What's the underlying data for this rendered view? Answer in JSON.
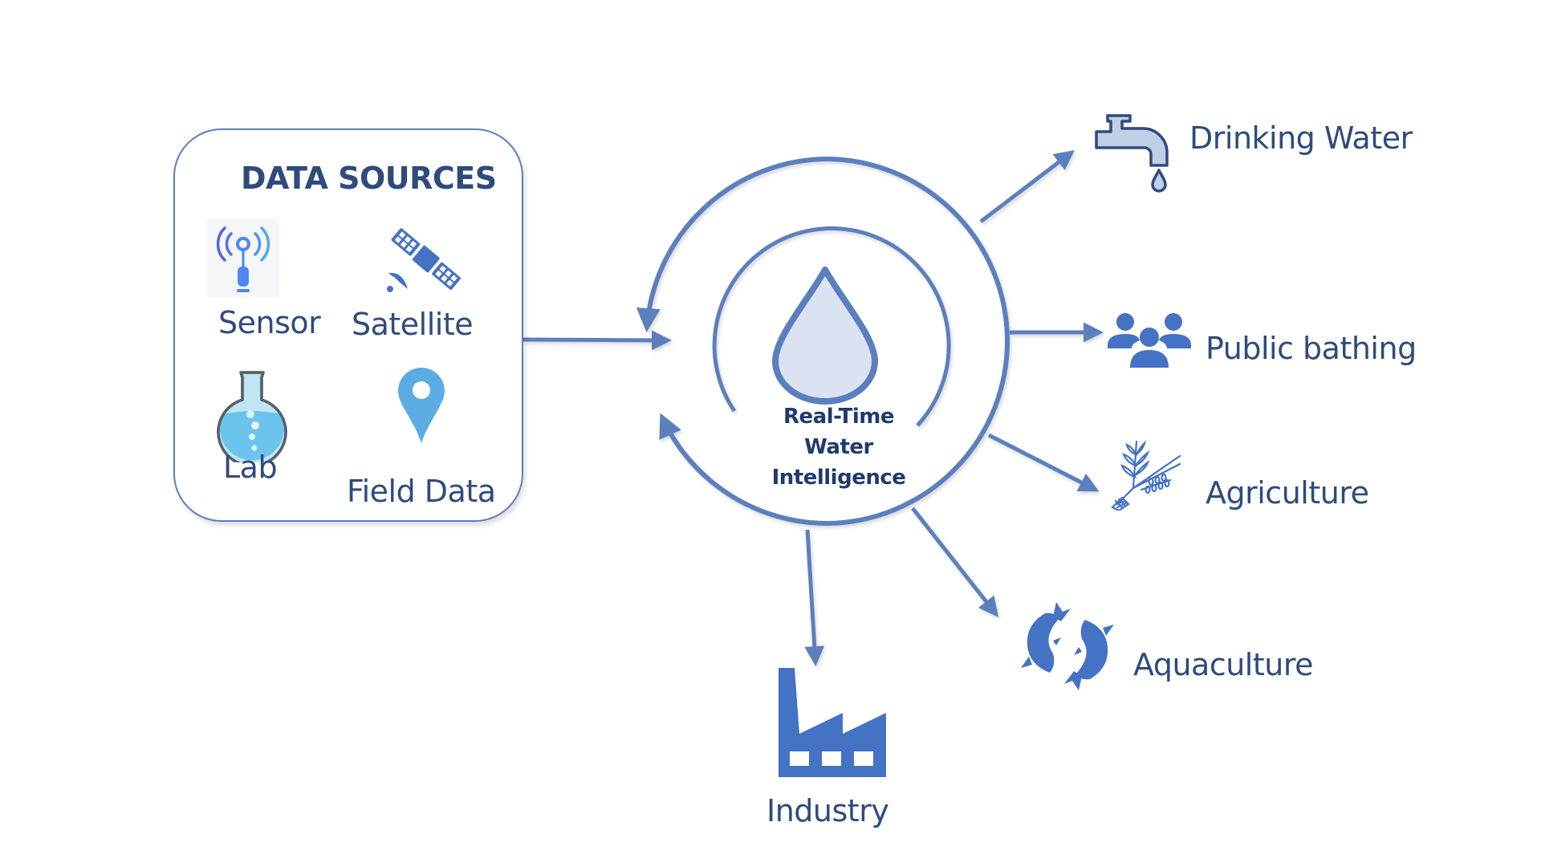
{
  "colors": {
    "line": "#5b7fbe",
    "text": "#2f4b7c",
    "center_text": "#1f3a6e",
    "icon_blue": "#4472c4",
    "drop_fill": "#dbe3f3",
    "faucet_fill": "#c0cfe6",
    "faucet_stroke": "#2f4b7c",
    "pin": "#5aace3"
  },
  "data_sources": {
    "title": "DATA SOURCES",
    "items": [
      {
        "label": "Sensor",
        "icon": "sensor-antenna-icon"
      },
      {
        "label": "Satellite",
        "icon": "satellite-icon"
      },
      {
        "label": "Lab",
        "icon": "lab-flask-icon"
      },
      {
        "label": "Field Data",
        "icon": "map-pin-icon"
      }
    ]
  },
  "hub": {
    "icon": "water-drop-icon",
    "lines": [
      "Real-Time",
      "Water",
      "Intelligence"
    ]
  },
  "outputs": [
    {
      "label": "Drinking Water",
      "icon": "faucet-icon"
    },
    {
      "label": "Public bathing",
      "icon": "people-group-icon"
    },
    {
      "label": "Agriculture",
      "icon": "wheat-icon"
    },
    {
      "label": "Aquaculture",
      "icon": "fish-icon"
    },
    {
      "label": "Industry",
      "icon": "factory-icon"
    }
  ]
}
